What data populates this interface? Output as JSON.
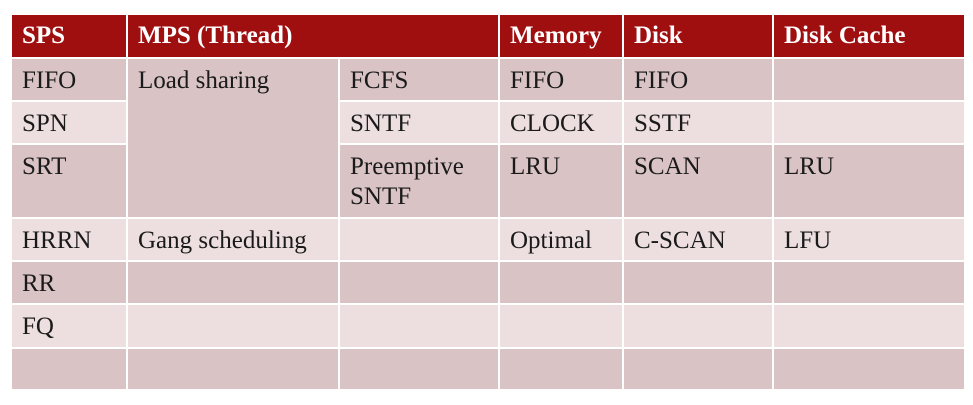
{
  "headers": [
    "SPS",
    "MPS (Thread)",
    "Memory",
    "Disk",
    "Disk Cache"
  ],
  "rows": [
    {
      "sps": "FIFO",
      "mps_a": "Load sharing",
      "mps_b": "FCFS",
      "memory": "FIFO",
      "disk": "FIFO",
      "cache": ""
    },
    {
      "sps": "SPN",
      "mps_b": "SNTF",
      "memory": "CLOCK",
      "disk": "SSTF",
      "cache": ""
    },
    {
      "sps": "SRT",
      "mps_b": "Preemptive\nSNTF",
      "memory": "LRU",
      "disk": "SCAN",
      "cache": "LRU"
    },
    {
      "sps": "HRRN",
      "mps_a": "Gang scheduling",
      "mps_b": "",
      "memory": "Optimal",
      "disk": "C-SCAN",
      "cache": "LFU"
    },
    {
      "sps": "RR",
      "mps_a": "",
      "mps_b": "",
      "memory": "",
      "disk": "",
      "cache": ""
    },
    {
      "sps": "FQ",
      "mps_a": "",
      "mps_b": "",
      "memory": "",
      "disk": "",
      "cache": ""
    },
    {
      "sps": "",
      "mps_a": "",
      "mps_b": "",
      "memory": "",
      "disk": "",
      "cache": ""
    }
  ]
}
